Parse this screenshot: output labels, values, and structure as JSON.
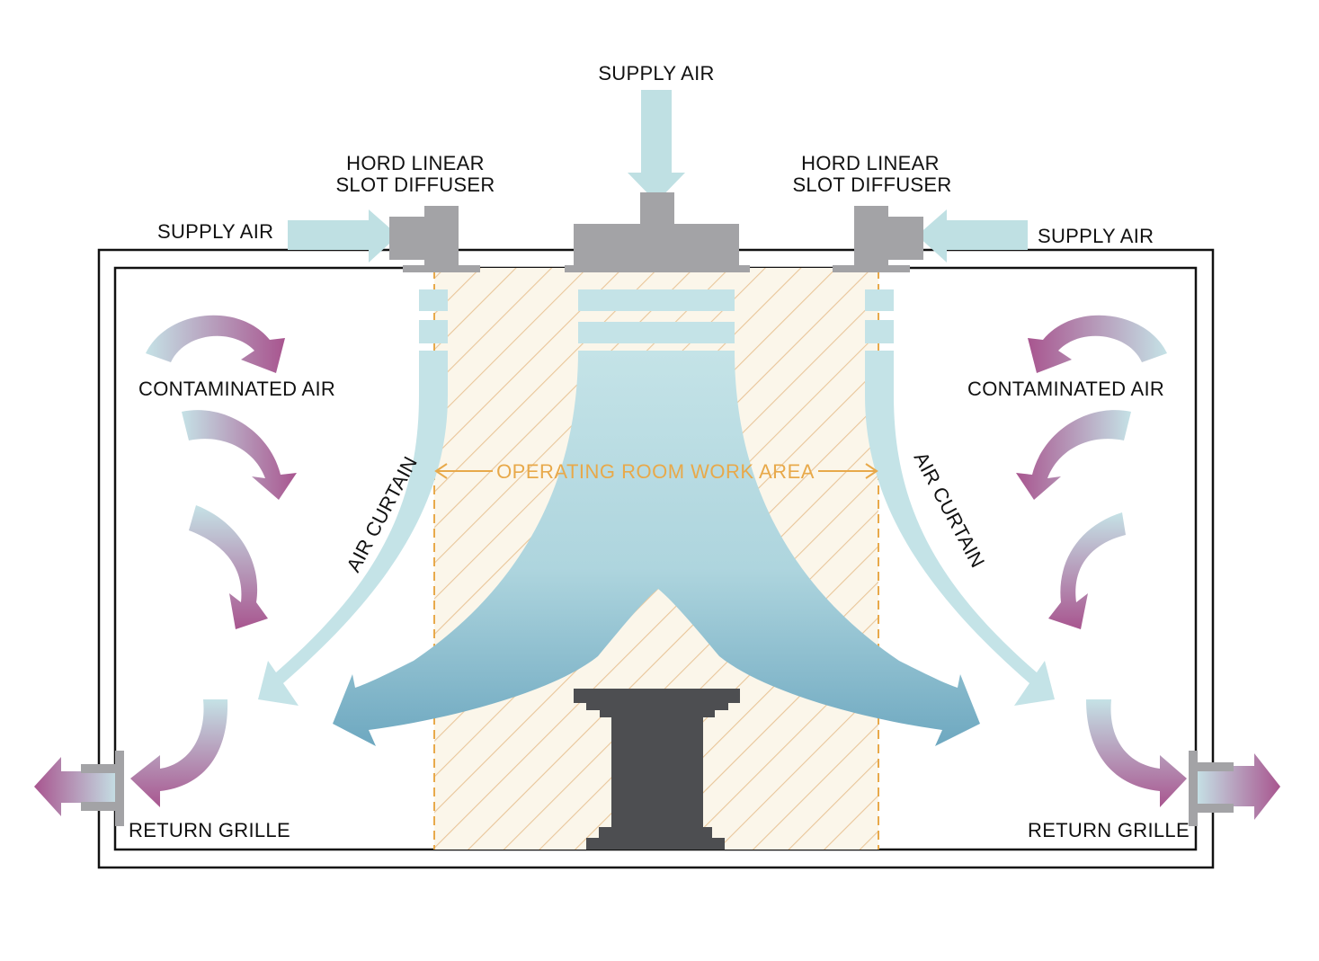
{
  "labels": {
    "supply_air_top": "SUPPLY AIR",
    "supply_air_left": "SUPPLY AIR",
    "supply_air_right": "SUPPLY AIR",
    "diffuser_left_line1": "HORD LINEAR",
    "diffuser_left_line2": "SLOT DIFFUSER",
    "diffuser_right_line1": "HORD LINEAR",
    "diffuser_right_line2": "SLOT DIFFUSER",
    "contaminated_left": "CONTAMINATED AIR",
    "contaminated_right": "CONTAMINATED AIR",
    "air_curtain_left": "AIR CURTAIN",
    "air_curtain_right": "AIR CURTAIN",
    "work_area": "OPERATING ROOM WORK AREA",
    "return_left": "RETURN GRILLE",
    "return_right": "RETURN GRILLE"
  },
  "colors": {
    "supply_air": "#bfe0e3",
    "flow_dark": "#6fa9c1",
    "contaminated": "#a8558f",
    "work_area": "#e8a94a",
    "work_area_fill": "#fbf6ea",
    "equipment": "#a3a3a6",
    "table": "#4d4e51",
    "wall": "#111111"
  }
}
